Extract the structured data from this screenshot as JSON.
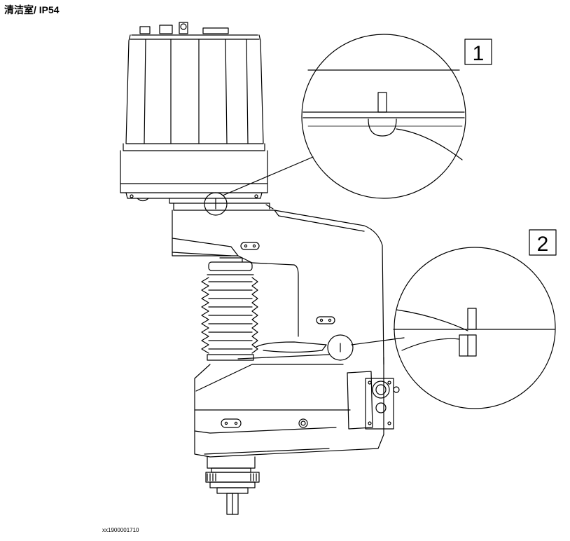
{
  "title": "清洁室/ IP54",
  "figure_id": "xx1900001710",
  "callouts": [
    {
      "label": "1"
    },
    {
      "label": "2"
    }
  ],
  "colors": {
    "line": "#000000",
    "background": "#ffffff"
  }
}
